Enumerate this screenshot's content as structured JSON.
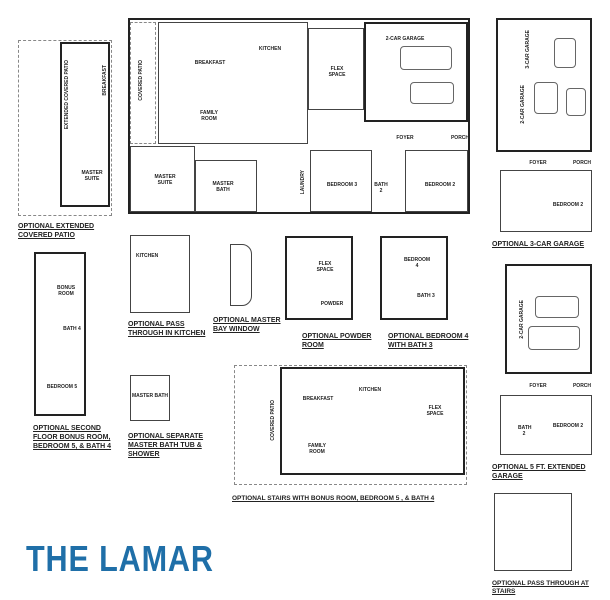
{
  "title": "THE LAMAR",
  "title_color": "#1f6fa8",
  "main_plan": {
    "covered_patio": "COVERED PATIO",
    "breakfast": "BREAKFAST",
    "kitchen": "KITCHEN",
    "family_room": "FAMILY ROOM",
    "flex_space": "FLEX SPACE",
    "garage": "2-CAR GARAGE",
    "foyer": "FOYER",
    "porch": "PORCH",
    "master_suite": "MASTER SUITE",
    "master_bath": "MASTER BATH",
    "laundry": "LAUNDRY",
    "bedroom3": "BEDROOM 3",
    "bath2": "BATH 2",
    "bedroom2": "BEDROOM 2"
  },
  "options": {
    "extended_patio": {
      "caption": "OPTIONAL EXTENDED COVERED PATIO",
      "extended": "EXTENDED COVERED PATIO",
      "breakfast": "BREAKFAST",
      "master_suite": "MASTER SUITE"
    },
    "second_floor": {
      "caption": "OPTIONAL SECOND FLOOR BONUS ROOM, BEDROOM 5, & BATH 4",
      "bonus": "BONUS ROOM",
      "bath4": "BATH 4",
      "bedroom5": "BEDROOM 5"
    },
    "pass_kitchen": {
      "caption": "OPTIONAL PASS THROUGH IN KITCHEN",
      "kitchen": "KITCHEN"
    },
    "bay_window": {
      "caption": "OPTIONAL MASTER BAY WINDOW"
    },
    "powder": {
      "caption": "OPTIONAL POWDER ROOM",
      "flex": "FLEX SPACE",
      "powder": "POWDER"
    },
    "bedroom4": {
      "caption": "OPTIONAL BEDROOM 4 WITH BATH 3",
      "bedroom4": "BEDROOM 4",
      "bath3": "BATH 3"
    },
    "separate_bath": {
      "caption": "OPTIONAL SEPARATE MASTER BATH TUB & SHOWER",
      "master_bath": "MASTER BATH"
    },
    "stairs": {
      "caption": "OPTIONAL STAIRS WITH BONUS ROOM, BEDROOM 5 , & BATH 4",
      "breakfast": "BREAKFAST",
      "kitchen": "KITCHEN",
      "family": "FAMILY ROOM",
      "flex": "FLEX SPACE",
      "patio": "COVERED PATIO"
    },
    "three_car": {
      "caption": "OPTIONAL 3-CAR GARAGE",
      "garage3": "3-CAR GARAGE",
      "garage2": "2-CAR GARAGE",
      "foyer": "FOYER",
      "porch": "PORCH",
      "bedroom2": "BEDROOM 2"
    },
    "extended_garage": {
      "caption": "OPTIONAL 5 FT. EXTENDED GARAGE",
      "garage": "2-CAR GARAGE",
      "foyer": "FOYER",
      "porch": "PORCH",
      "bedroom2": "BEDROOM 2",
      "bath2": "BATH 2"
    },
    "pass_stairs": {
      "caption": "OPTIONAL PASS THROUGH AT STAIRS"
    }
  }
}
